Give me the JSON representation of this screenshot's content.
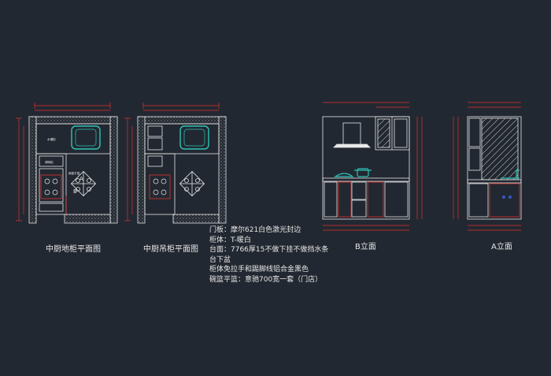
{
  "titles": {
    "base_plan": "中厨地柜平面图",
    "wall_plan": "中厨吊柜平面图",
    "elev_b": "B立面",
    "elev_a": "A立面"
  },
  "notes": [
    "门板：摩尔621白色激光封边",
    "柜体：T-暖白",
    "台面：7766厚15不做下挂不做挡水条",
    "台下盆",
    "柜体免拉手和踢脚线铝合金黑色",
    "碗篮平篮：意驰700宽一套（门店）"
  ],
  "plan_labels": {
    "sink": "水槽柜",
    "bowl_basket": "碗篮平篮",
    "seasoning": "调味柜",
    "a": "A",
    "b": "B"
  },
  "colors": {
    "background": "#222831",
    "lines": "#e8e8e8",
    "dimensions": "#e0312f",
    "sink": "#2ec4b6",
    "hatch": "#9a9a9a",
    "accent": "#3a5bd9"
  }
}
